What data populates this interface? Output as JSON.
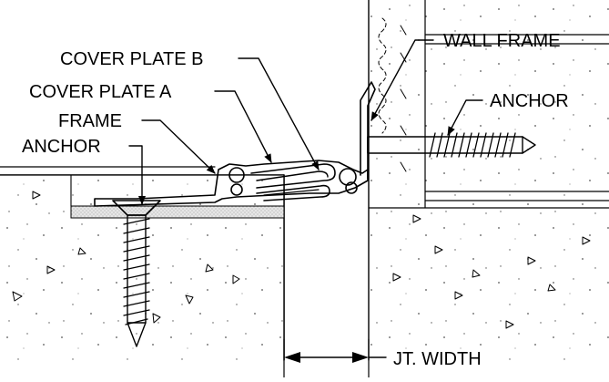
{
  "labels": {
    "cover_plate_b": "COVER PLATE B",
    "cover_plate_a": "COVER PLATE A",
    "frame": "FRAME",
    "anchor_left": "ANCHOR",
    "wall_frame": "WALL FRAME",
    "anchor_right": "ANCHOR",
    "joint_width": "JT. WIDTH"
  }
}
